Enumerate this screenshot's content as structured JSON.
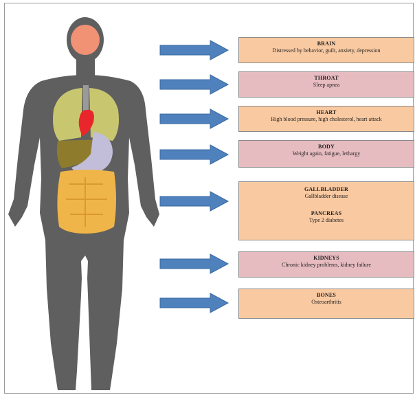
{
  "colors": {
    "silhouette": "#5f5f5f",
    "brain": "#f19275",
    "lungs": "#c8c76f",
    "heart": "#e8262b",
    "liver": "#8e7c2c",
    "stomach": "#c2bdd9",
    "intestines": "#f0b548",
    "arrow": "#4f81bd",
    "box_orange": "#f9c9a1",
    "box_pink": "#e7bcc0"
  },
  "boxes": [
    {
      "title": "BRAIN",
      "desc": "Distressed by behavior, guilt, anxiety, depression"
    },
    {
      "title": "THROAT",
      "desc": "Sleep apnea"
    },
    {
      "title": "HEART",
      "desc": "High blood pressure, high cholesterol, heart attack"
    },
    {
      "title": "BODY",
      "desc": "Weight again, fatigue, lethargy"
    },
    {
      "title": "GALLBLADDER",
      "desc": "Gallbladder disease",
      "title2": "PANCREAS",
      "desc2": "Type 2 diabetes"
    },
    {
      "title": "KIDNEYS",
      "desc": "Chronic kidney problems, kidney failure"
    },
    {
      "title": "BONES",
      "desc": "Osteoarthritis"
    }
  ]
}
